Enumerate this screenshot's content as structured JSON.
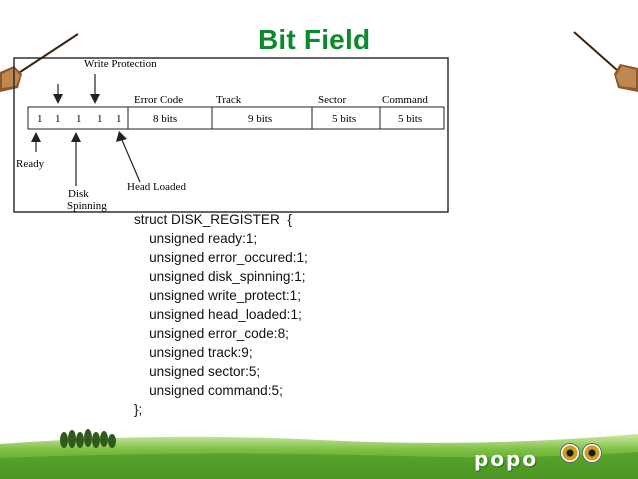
{
  "slide": {
    "title": "Bit Field",
    "brand": "popo",
    "colors": {
      "title": "#0a8a2a",
      "grass": "#5aa832",
      "sky": "#ffffff"
    }
  },
  "diagram": {
    "write_protection_label": "Write Protection",
    "field_headers": [
      "Error Code",
      "Track",
      "Sector",
      "Command"
    ],
    "cells": [
      "1",
      "1",
      "1",
      "1",
      "1",
      "8 bits",
      "9  bits",
      "5  bits",
      "5  bits"
    ],
    "ready_label": "Ready",
    "disk_spinning_label": [
      "Disk",
      "Spinning"
    ],
    "head_loaded_label": "Head Loaded"
  },
  "code": {
    "lines": [
      "struct DISK_REGISTER  {",
      "    unsigned ready:1;",
      "    unsigned error_occured:1;",
      "    unsigned disk_spinning:1;",
      "    unsigned write_protect:1;",
      "    unsigned head_loaded:1;",
      "    unsigned error_code:8;",
      "    unsigned track:9;",
      "    unsigned sector:5;",
      "    unsigned command:5;",
      "};"
    ]
  }
}
